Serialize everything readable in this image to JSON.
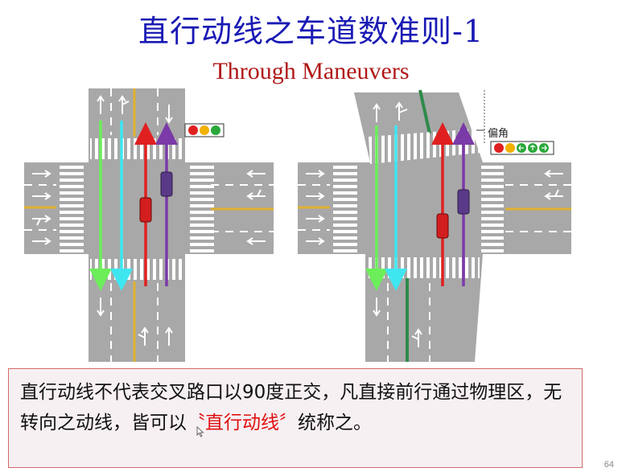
{
  "slide": {
    "title": "直行动线之车道数准则-1",
    "subtitle": "Through Maneuvers",
    "page_number": "64"
  },
  "right_diagram": {
    "angle_label": "偏角"
  },
  "description": {
    "text_before": "直行动线不代表交叉路口以90度正交，凡直接前行通过物理区，无转向之动线，皆可以",
    "highlight": "〝直行动线〞",
    "text_after": "统称之。"
  },
  "colors": {
    "title": "#1a1ab4",
    "subtitle": "#b01818",
    "highlight": "#e01010",
    "road": "#a8a8a8",
    "green_arrow": "#6cee5a",
    "cyan_arrow": "#3ee6f0",
    "red_arrow": "#e02020",
    "purple_arrow": "#7a3aa8",
    "yellow_line": "#e0b030",
    "median_green": "#2f8a4a"
  },
  "signals": {
    "left": [
      "red",
      "yellow",
      "green"
    ],
    "right": [
      "red",
      "yellow",
      "green-left-arrow",
      "green-up-arrow",
      "green-right-arrow"
    ]
  }
}
